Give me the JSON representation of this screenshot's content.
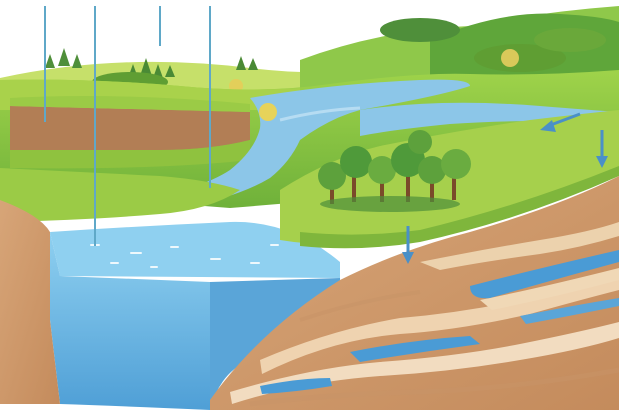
{
  "diagram": {
    "kind": "groundwater-cross-section",
    "labels": [],
    "colors": {
      "sky": "#ffffff",
      "grass_light": "#b8d84a",
      "grass_mid": "#8cc23f",
      "grass_dark": "#5f9e33",
      "water_surface": "#8fc8ea",
      "water_deep": "#5aa5d8",
      "soil_surface": "#b98b63",
      "soil_side": "#d9a878",
      "soil_stripe_light": "#efd3b0",
      "soil_stripe_mid": "#c89468",
      "aquifer_blue": "#4a9bd5",
      "rain_line": "#5fa8c8",
      "arrow": "#4a90c8",
      "tree_green": "#4f9a3a",
      "tree_trunk": "#7a4a2a"
    },
    "elements": [
      "precipitation-lines",
      "flow-arrows",
      "lake-cross-section",
      "river",
      "trees",
      "soil-strata",
      "aquifer-layers"
    ]
  }
}
